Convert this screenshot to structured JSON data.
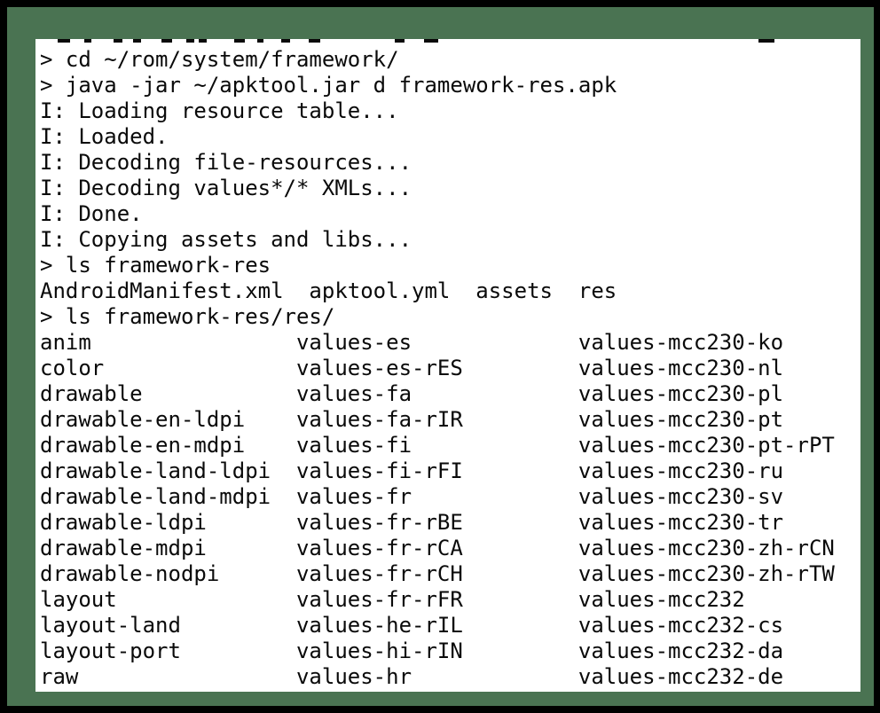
{
  "window": {
    "outer_border_color": "#000000",
    "matte_color": "#4a7352",
    "terminal_background": "#ffffff",
    "terminal_text_color": "#0a0a0a",
    "prompt_symbol": ">"
  },
  "terminal": {
    "commands": [
      "cd ~/rom/system/framework/",
      "java -jar ~/apktool.jar d framework-res.apk",
      "ls framework-res",
      "ls framework-res/res/"
    ],
    "apktool_messages": [
      "I: Loading resource table...",
      "I: Loaded.",
      "I: Decoding file-resources...",
      "I: Decoding values*/* XMLs...",
      "I: Done.",
      "I: Copying assets and libs..."
    ],
    "ls_framework_res": [
      "AndroidManifest.xml",
      "apktool.yml",
      "assets",
      "res"
    ],
    "ls_res_columns": {
      "col1": [
        "anim",
        "color",
        "drawable",
        "drawable-en-ldpi",
        "drawable-en-mdpi",
        "drawable-land-ldpi",
        "drawable-land-mdpi",
        "drawable-ldpi",
        "drawable-mdpi",
        "drawable-nodpi",
        "layout",
        "layout-land",
        "layout-port",
        "raw"
      ],
      "col2": [
        "values-es",
        "values-es-rES",
        "values-fa",
        "values-fa-rIR",
        "values-fi",
        "values-fi-rFI",
        "values-fr",
        "values-fr-rBE",
        "values-fr-rCA",
        "values-fr-rCH",
        "values-fr-rFR",
        "values-he-rIL",
        "values-hi-rIN",
        "values-hr"
      ],
      "col3": [
        "values-mcc230-ko",
        "values-mcc230-nl",
        "values-mcc230-pl",
        "values-mcc230-pt",
        "values-mcc230-pt-rPT",
        "values-mcc230-ru",
        "values-mcc230-sv",
        "values-mcc230-tr",
        "values-mcc230-zh-rCN",
        "values-mcc230-zh-rTW",
        "values-mcc232",
        "values-mcc232-cs",
        "values-mcc232-da",
        "values-mcc232-de"
      ]
    },
    "lines": [
      "> cd ~/rom/system/framework/",
      "> java -jar ~/apktool.jar d framework-res.apk",
      "I: Loading resource table...",
      "I: Loaded.",
      "I: Decoding file-resources...",
      "I: Decoding values*/* XMLs...",
      "I: Done.",
      "I: Copying assets and libs...",
      "> ls framework-res",
      "AndroidManifest.xml  apktool.yml  assets  res",
      "> ls framework-res/res/",
      "anim                values-es             values-mcc230-ko",
      "color               values-es-rES         values-mcc230-nl",
      "drawable            values-fa             values-mcc230-pl",
      "drawable-en-ldpi    values-fa-rIR         values-mcc230-pt",
      "drawable-en-mdpi    values-fi             values-mcc230-pt-rPT",
      "drawable-land-ldpi  values-fi-rFI         values-mcc230-ru",
      "drawable-land-mdpi  values-fr             values-mcc230-sv",
      "drawable-ldpi       values-fr-rBE         values-mcc230-tr",
      "drawable-mdpi       values-fr-rCA         values-mcc230-zh-rCN",
      "drawable-nodpi      values-fr-rCH         values-mcc230-zh-rTW",
      "layout              values-fr-rFR         values-mcc232",
      "layout-land         values-he-rIL         values-mcc232-cs",
      "layout-port         values-hi-rIN         values-mcc232-da",
      "raw                 values-hr             values-mcc232-de"
    ]
  }
}
